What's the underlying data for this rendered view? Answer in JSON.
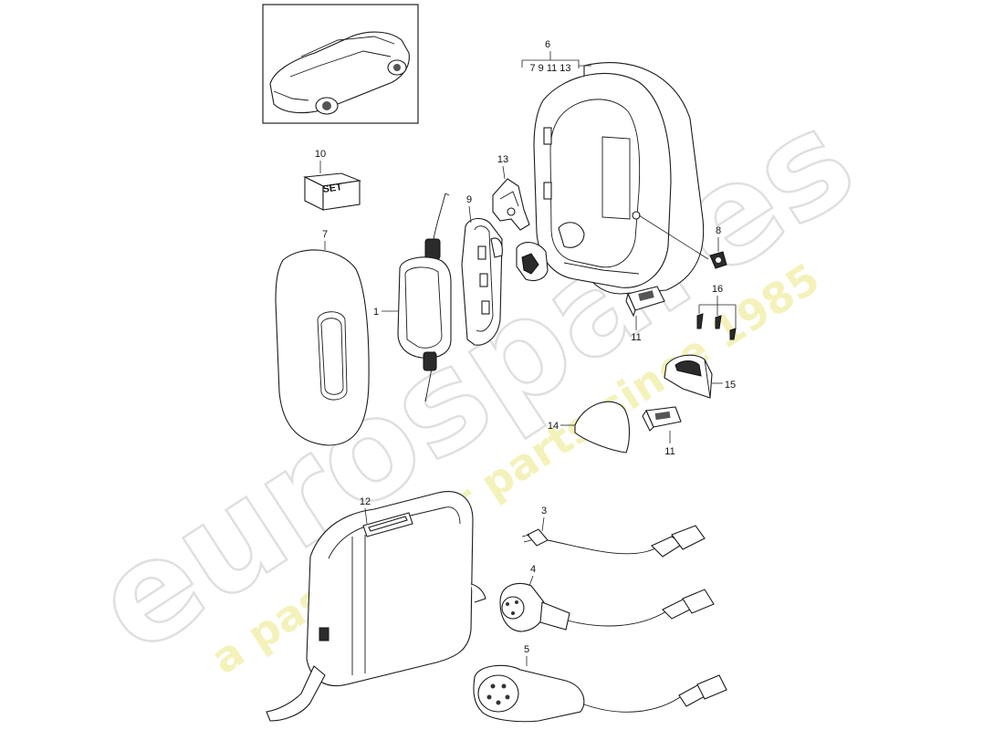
{
  "diagram": {
    "callouts": {
      "c1": "1",
      "c3": "3",
      "c4": "4",
      "c5": "5",
      "c6": "6",
      "c7": "7",
      "c8": "8",
      "c9": "9",
      "c10": "10",
      "c11a": "11",
      "c11b": "11",
      "c12": "12",
      "c13": "13",
      "c14": "14",
      "c15": "15",
      "c16": "16"
    },
    "group6_sub": "7 9 11 13",
    "set_label": "SET",
    "watermark": {
      "brand": "eurospares",
      "tagline": "a passion for parts since 1985"
    }
  }
}
